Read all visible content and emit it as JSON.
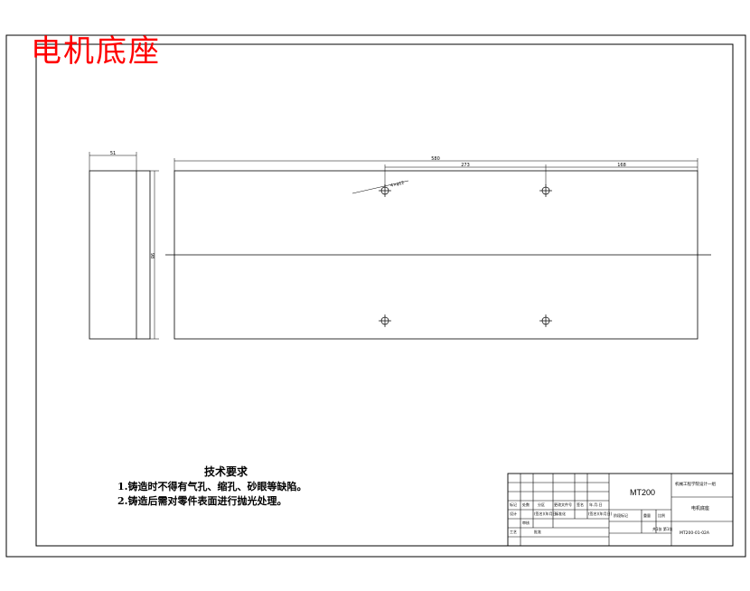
{
  "drawing_title": "电机底座",
  "dimensions": {
    "side_width": "51",
    "side_height": "98",
    "total_length": "580",
    "hole_spacing_left": "273",
    "hole_offset_right": "168",
    "hole_callout": "4×φ12"
  },
  "technical_requirements": {
    "heading": "技术要求",
    "items": [
      "1.铸造时不得有气孔、缩孔、砂眼等缺陷。",
      "2.铸造后需对零件表面进行抛光处理。"
    ]
  },
  "title_block": {
    "model": "MT200",
    "drawing_name": "电机底座",
    "company": "机械工程学院设计一组",
    "drawing_number": "MT200-01-02A",
    "cells": {
      "mark": "标记",
      "count": "处数",
      "zone": "分区",
      "change_doc": "更改文件号",
      "signature": "签名",
      "date": "年.月.日",
      "design": "设计",
      "signature_date": "(签名)(年月日)",
      "standardize": "标准化",
      "review": "审核",
      "process": "工艺",
      "approve": "批准",
      "stage_mark": "阶段标记",
      "weight": "重量",
      "scale": "比例",
      "sheet": "共1张 第1张"
    }
  }
}
